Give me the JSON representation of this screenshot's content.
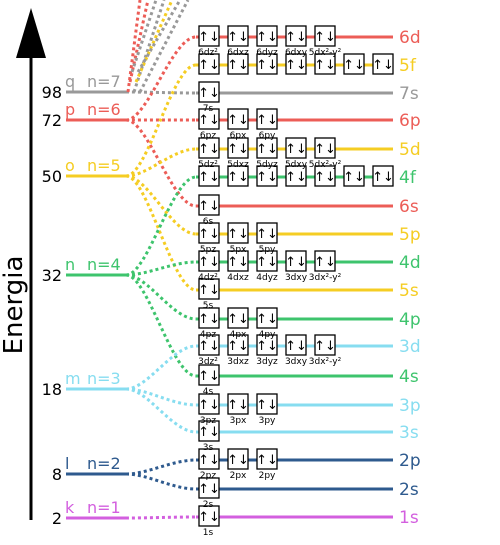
{
  "axis": {
    "title": "Energia"
  },
  "shells": [
    {
      "letter": "k",
      "n_label": "n=1",
      "energy": "2",
      "color": "#d35fdf"
    },
    {
      "letter": "l",
      "n_label": "n=2",
      "energy": "8",
      "color": "#2e5a8e"
    },
    {
      "letter": "m",
      "n_label": "n=3",
      "energy": "18",
      "color": "#87ddf0"
    },
    {
      "letter": "n",
      "n_label": "n=4",
      "energy": "32",
      "color": "#3ec46d"
    },
    {
      "letter": "o",
      "n_label": "n=5",
      "energy": "50",
      "color": "#f5cd23"
    },
    {
      "letter": "p",
      "n_label": "n=6",
      "energy": "72",
      "color": "#ec5d57"
    },
    {
      "letter": "q",
      "n_label": "n=7",
      "energy": "98",
      "color": "#999999"
    }
  ],
  "subshells": [
    {
      "name": "1s",
      "color": "#d35fdf",
      "orbitals": [
        "1s"
      ]
    },
    {
      "name": "2s",
      "color": "#2e5a8e",
      "orbitals": [
        "2s"
      ]
    },
    {
      "name": "2p",
      "color": "#2e5a8e",
      "orbitals": [
        "2pz",
        "2px",
        "2py"
      ]
    },
    {
      "name": "3s",
      "color": "#87ddf0",
      "orbitals": [
        "3s"
      ]
    },
    {
      "name": "3p",
      "color": "#87ddf0",
      "orbitals": [
        "3pz",
        "3px",
        "3py"
      ]
    },
    {
      "name": "4s",
      "color": "#3ec46d",
      "orbitals": [
        "4s"
      ]
    },
    {
      "name": "3d",
      "color": "#87ddf0",
      "orbitals": [
        "3dz²",
        "3dxz",
        "3dyz",
        "3dxy",
        "3dx²-y²"
      ]
    },
    {
      "name": "4p",
      "color": "#3ec46d",
      "orbitals": [
        "4pz",
        "4px",
        "4py"
      ]
    },
    {
      "name": "5s",
      "color": "#f5cd23",
      "orbitals": [
        "5s"
      ]
    },
    {
      "name": "4d",
      "color": "#3ec46d",
      "orbitals": [
        "4dz²",
        "4dxz",
        "4dyz",
        "3dxy",
        "3dx²-y²"
      ]
    },
    {
      "name": "5p",
      "color": "#f5cd23",
      "orbitals": [
        "5pz",
        "5px",
        "5py"
      ]
    },
    {
      "name": "6s",
      "color": "#ec5d57",
      "orbitals": [
        "6s"
      ]
    },
    {
      "name": "4f",
      "color": "#3ec46d",
      "orbitals": [
        "",
        "",
        "",
        "",
        "",
        "",
        ""
      ]
    },
    {
      "name": "5d",
      "color": "#f5cd23",
      "orbitals": [
        "5dz²",
        "5dxz",
        "5dyz",
        "5dxy",
        "5dx²-y²"
      ]
    },
    {
      "name": "6p",
      "color": "#ec5d57",
      "orbitals": [
        "6pz",
        "6px",
        "6py"
      ]
    },
    {
      "name": "7s",
      "color": "#999999",
      "orbitals": [
        "7s"
      ]
    },
    {
      "name": "5f",
      "color": "#f5cd23",
      "orbitals": [
        "",
        "",
        "",
        "",
        "",
        "",
        ""
      ]
    },
    {
      "name": "6d",
      "color": "#ec5d57",
      "orbitals": [
        "6dz²",
        "6dxz",
        "6dyz",
        "6dxy",
        "5dx²-y²"
      ]
    }
  ],
  "arrow_glyph": "↑↓"
}
